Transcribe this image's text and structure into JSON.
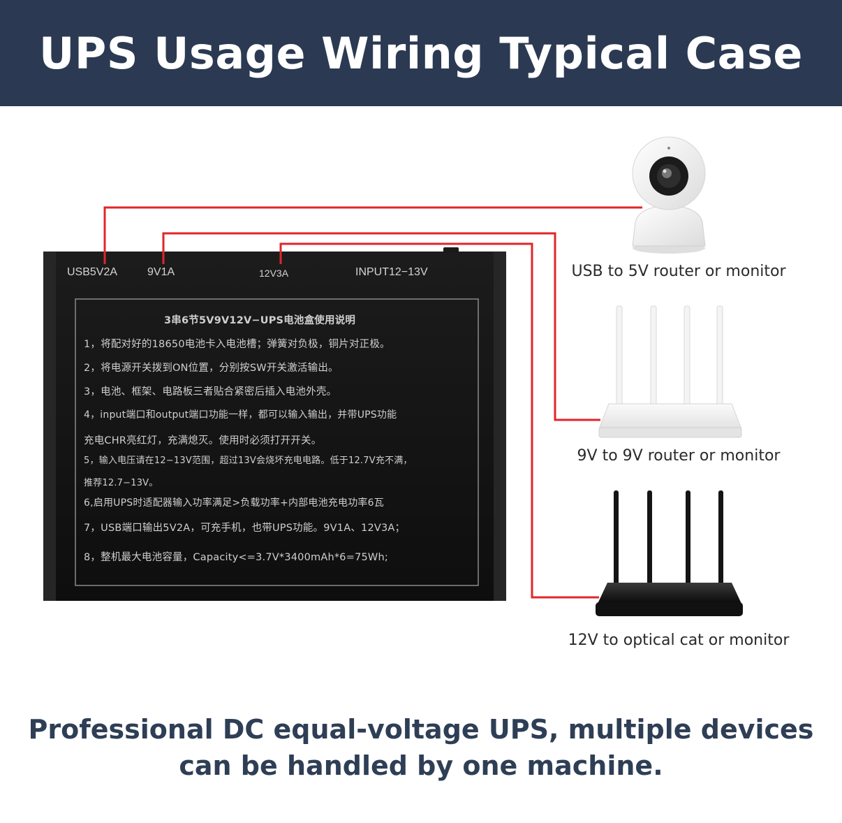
{
  "title": "UPS Usage Wiring Typical Case",
  "ups": {
    "ports": {
      "usb": "USB5V2A",
      "v9": "9V1A",
      "v12": "12V3A",
      "input": "INPUT12−13V"
    },
    "instructions": [
      "3串6节5V9V12V−UPS电池盒使用说明",
      "1，将配对好的18650电池卡入电池槽；弹簧对负极，铜片对正极。",
      "2，将电源开关拨到ON位置，分别按SW开关激活输出。",
      "3，电池、框架、电路板三者贴合紧密后插入电池外壳。",
      "4，input端口和output端口功能一样，都可以输入输出，并带UPS功能",
      "充电CHR亮红灯，充满熄灭。使用时必须打开开关。",
      "5，输入电压请在12−13V范围，超过13V会烧坏充电电路。低于12.7V充不满，",
      "推荐12.7−13V。",
      "6,启用UPS时适配器输入功率满足>负载功率+内部电池充电功率6瓦",
      "7，USB端口输出5V2A，可充手机，也带UPS功能。9V1A、12V3A；",
      "8，整机最大电池容量，Capacity<=3.7V*3400mAh*6=75Wh;"
    ]
  },
  "devices": [
    {
      "label": "USB to 5V router or monitor",
      "icon": "security-camera-icon"
    },
    {
      "label": "9V to 9V router or monitor",
      "icon": "white-router-icon"
    },
    {
      "label": "12V to optical cat or monitor",
      "icon": "black-router-icon"
    }
  ],
  "footer": {
    "line1": "Professional DC equal-voltage UPS, multiple devices",
    "line2": "can be handled by one machine."
  },
  "colors": {
    "header_bg": "#2b3a52",
    "wire": "#e0262a",
    "ups_body": "#141414",
    "footer_text": "#2e3e55"
  }
}
